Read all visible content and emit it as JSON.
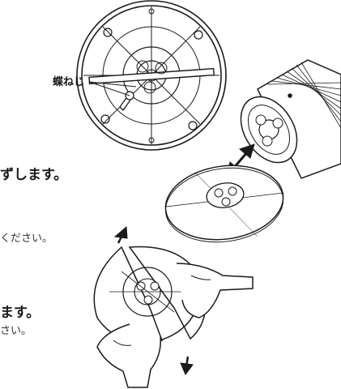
{
  "labels": {
    "callout": "蝶ねじ",
    "heading_1_tail": "ずします。",
    "text_1_tail": "ください。",
    "heading_2_tail": "ます。",
    "text_2_tail": "さい。"
  },
  "colors": {
    "line": "#1a1a1a",
    "fill": "#ffffff",
    "shade": "#e6e6e6"
  }
}
